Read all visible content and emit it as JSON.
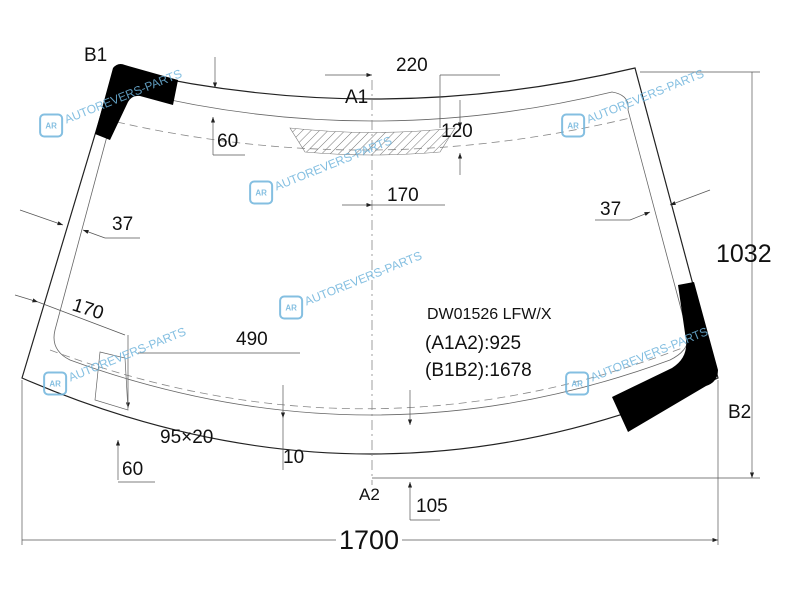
{
  "part": {
    "code": "DW01526 LFW/X",
    "a1a2": "(A1A2):925",
    "b1b2": "(B1B2):1678"
  },
  "points": {
    "b1": "B1",
    "b2": "B2",
    "a1": "A1",
    "a2": "A2"
  },
  "dimensions": {
    "top_width": "220",
    "top_band": "120",
    "top_offset": "60",
    "center_offset": "170",
    "left_edge": "37",
    "right_edge": "37",
    "height": "1032",
    "left_corner": "170",
    "bottom_run": "490",
    "sensor": "95×20",
    "bottom_left": "60",
    "bottom_gap": "10",
    "bottom_center": "105",
    "total_width": "1700"
  },
  "watermark": {
    "text": "AUTOREVERS-PARTS",
    "logo": "AR",
    "color": "#6fb4dc"
  }
}
